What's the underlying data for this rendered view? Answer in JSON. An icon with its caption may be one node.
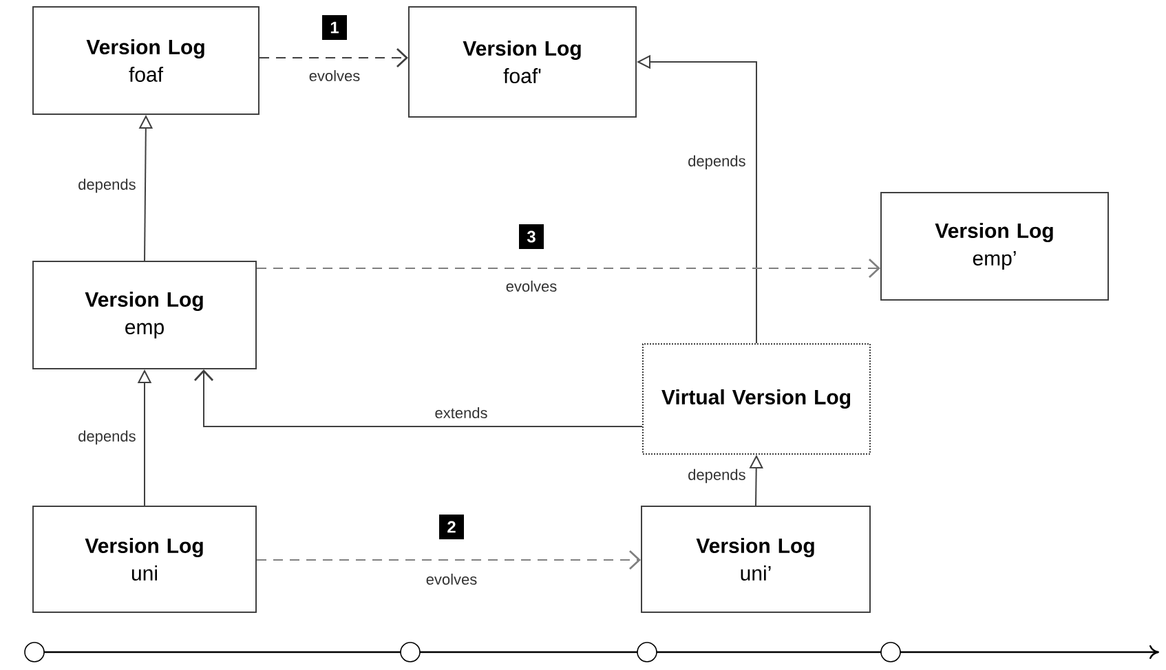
{
  "diagram": {
    "nodes": [
      {
        "text": [
          "Version Log",
          "foaf"
        ]
      },
      {
        "text": [
          "Version Log",
          "foaf'"
        ]
      },
      {
        "text": [
          "Version Log",
          "emp’"
        ]
      },
      {
        "text": [
          "Version Log",
          "emp"
        ]
      },
      {
        "text": [
          "Virtual Version Log"
        ]
      },
      {
        "text": [
          "Version Log",
          "uni"
        ]
      },
      {
        "text": [
          "Version Log",
          "uni’"
        ]
      }
    ],
    "edges": [
      {
        "from": 0,
        "to": 1,
        "arrow": "to",
        "label": "evolves",
        "style": "dashed"
      },
      {
        "from": 3,
        "to": 0,
        "arrow": "to",
        "label": "depends"
      },
      {
        "from": 4,
        "to": 1,
        "arrow": "to",
        "label": "depends"
      },
      {
        "from": 3,
        "to": 2,
        "arrow": "to",
        "label": "evolves",
        "style": "dashed",
        "color": "#808080"
      },
      {
        "from": 4,
        "to": 3,
        "arrow": "to",
        "label": "extends"
      },
      {
        "from": 5,
        "to": 3,
        "arrow": "to",
        "label": "depends"
      },
      {
        "from": 6,
        "to": 4,
        "arrow": "to",
        "label": "depends"
      },
      {
        "from": 5,
        "to": 6,
        "arrow": "to",
        "label": "evolves",
        "style": "dashed",
        "color": "#808080"
      }
    ],
    "labels": [
      "1",
      "3",
      "2"
    ]
  }
}
